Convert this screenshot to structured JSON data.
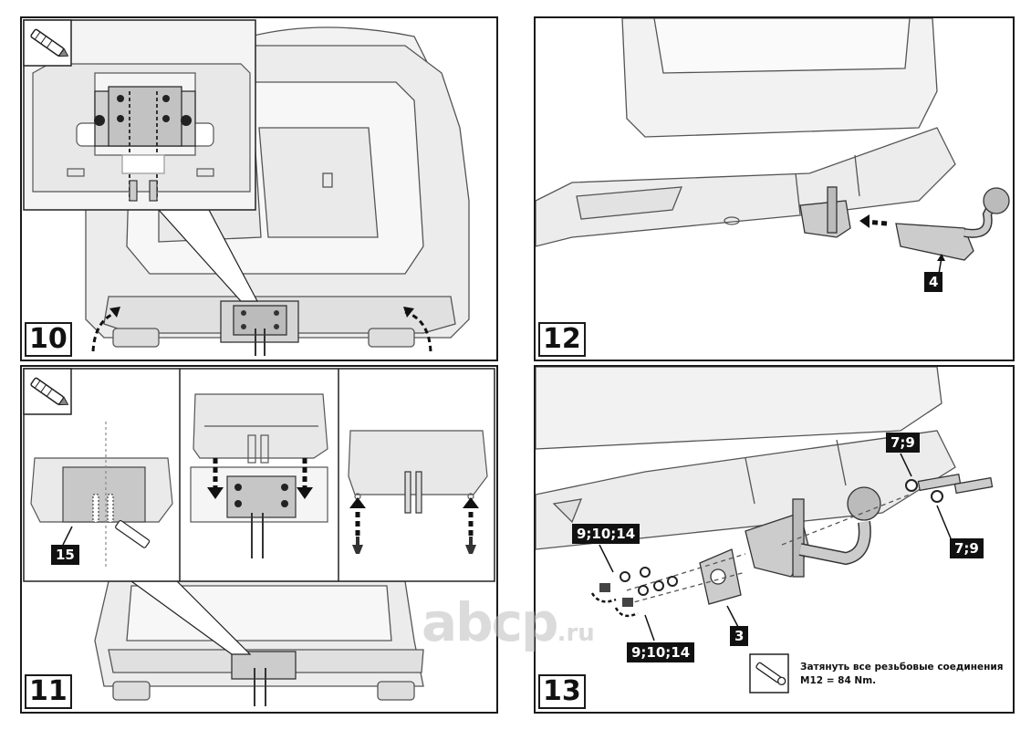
{
  "steps": [
    {
      "number": "10"
    },
    {
      "number": "11"
    },
    {
      "number": "12"
    },
    {
      "number": "13"
    }
  ],
  "labels": {
    "part_15": "15",
    "part_4": "4",
    "part_3": "3",
    "part_7_9_top": "7;9",
    "part_7_9_right": "7;9",
    "part_9_10_14_left": "9;10;14",
    "part_9_10_14_bottom": "9;10;14"
  },
  "note": {
    "line1": "Затянуть все резьбовые соединения",
    "line2": "M12 = 84 Nm."
  },
  "watermark": {
    "main": "abcp",
    "suffix": ".ru"
  },
  "icons": [
    "cutter-knife-icon",
    "cutter-knife-icon",
    "torque-wrench-icon",
    "curved-arrow-icon",
    "dashed-arrow-icon",
    "push-clip-icon"
  ]
}
